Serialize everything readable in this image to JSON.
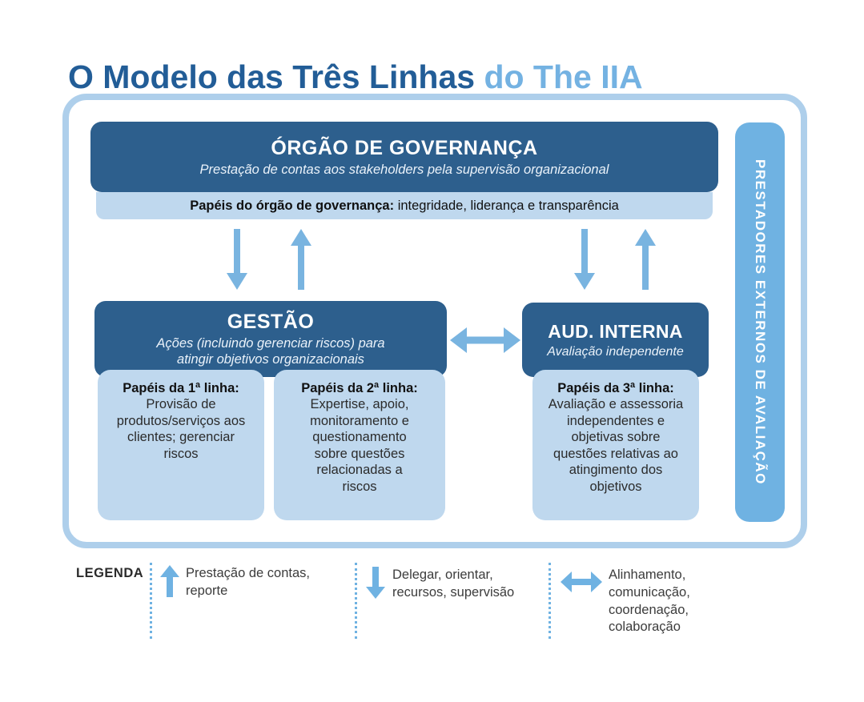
{
  "title": {
    "main": "O Modelo das Três Linhas ",
    "accent": "do The IIA"
  },
  "colors": {
    "title_dark_blue": "#225D97",
    "title_light_blue": "#74B2E2",
    "box_dark_blue": "#2D5F8D",
    "panel_light_blue": "#BFD8EE",
    "bar_blue": "#6FB2E2",
    "arrow_blue": "#79B4E0",
    "frame_border_blue": "#AECFEB"
  },
  "governance": {
    "title": "ÓRGÃO DE GOVERNANÇA",
    "subtitle": "Prestação de contas aos stakeholders pela supervisão organizacional",
    "roles_bold": "Papéis do órgão de governança:",
    "roles_rest": " integridade, liderança e transparência"
  },
  "management": {
    "title": "GESTÃO",
    "subtitle": "Ações (incluindo gerenciar riscos) para atingir objetivos organizacionais"
  },
  "internal_audit": {
    "title": "AUD. INTERNA",
    "subtitle": "Avaliação independente"
  },
  "lines": [
    {
      "heading": "Papéis da 1ª linha:",
      "body": "Provisão de produtos/serviços aos clientes; gerenciar riscos"
    },
    {
      "heading": "Papéis da 2ª linha:",
      "body": "Expertise, apoio, monitoramento e questionamento sobre questões relacionadas a riscos"
    },
    {
      "heading": "Papéis da 3ª linha:",
      "body": "Avaliação e assessoria independentes e objetivas sobre questões relativas ao atingimento dos objetivos"
    }
  ],
  "external_bar": {
    "label": "PRESTADORES EXTERNOS DE AVALIAÇÃO"
  },
  "legend": {
    "label": "LEGENDA",
    "items": [
      {
        "icon": "arrow-up-icon",
        "text": "Prestação de contas, reporte"
      },
      {
        "icon": "arrow-down-icon",
        "text": "Delegar, orientar, recursos, supervisão"
      },
      {
        "icon": "arrow-both-icon",
        "text": "Alinhamento, comunicação, coordenação, colaboração"
      }
    ]
  }
}
